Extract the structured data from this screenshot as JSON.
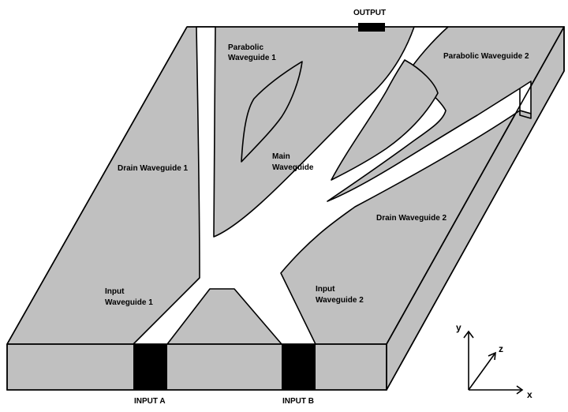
{
  "labels": {
    "output": "OUTPUT",
    "parabolic1_line1": "Parabolic",
    "parabolic1_line2": "Waveguide 1",
    "parabolic2": "Parabolic Waveguide 2",
    "main_line1": "Main",
    "main_line2": "Waveguide",
    "drain1": "Drain Waveguide 1",
    "drain2": "Drain Waveguide 2",
    "input1_line1": "Input",
    "input1_line2": "Waveguide 1",
    "input2_line1": "Input",
    "input2_line2": "Waveguide 2",
    "input_a": "INPUT A",
    "input_b": "INPUT B"
  },
  "axes": {
    "x": "x",
    "y": "y",
    "z": "z"
  },
  "colors": {
    "substrate": "#c0c0c0",
    "waveguide": "#ffffff",
    "port": "#000000"
  }
}
